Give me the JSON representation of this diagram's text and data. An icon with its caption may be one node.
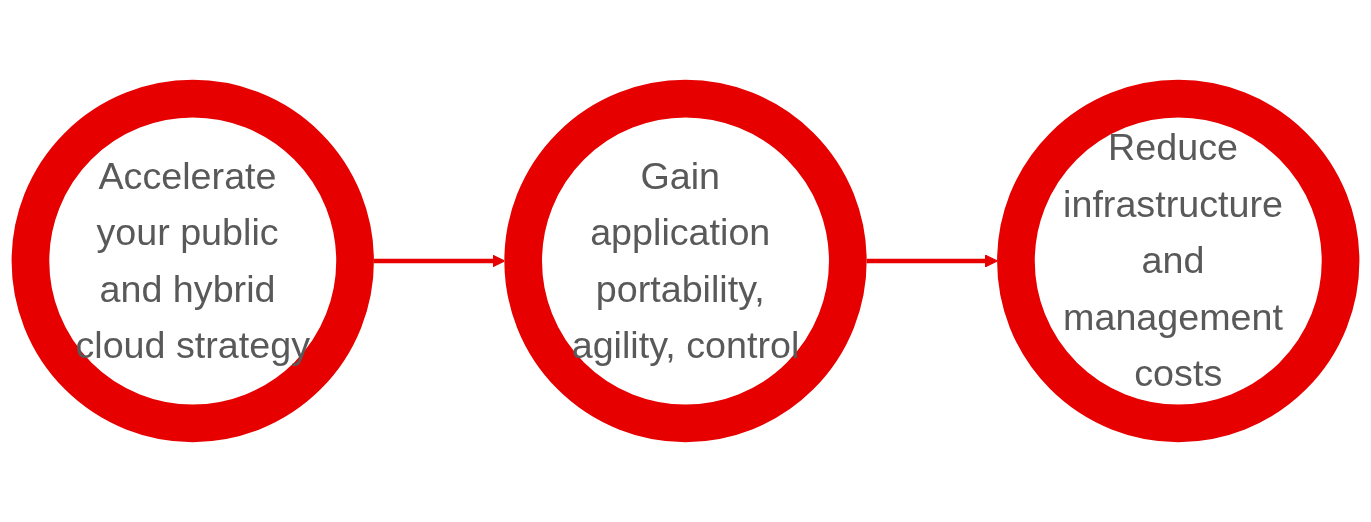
{
  "diagram": {
    "nodes": [
      {
        "text": [
          "Accelerate your public and hybrid cloud strategy"
        ]
      },
      {
        "text": [
          "Gain application portability, agility, control"
        ]
      },
      {
        "text": [
          "Reduce infrastructure and management costs"
        ]
      }
    ],
    "edges": [
      {
        "from": 0,
        "to": 1,
        "arrow": "to"
      },
      {
        "from": 1,
        "to": 2,
        "arrow": "to"
      }
    ]
  }
}
